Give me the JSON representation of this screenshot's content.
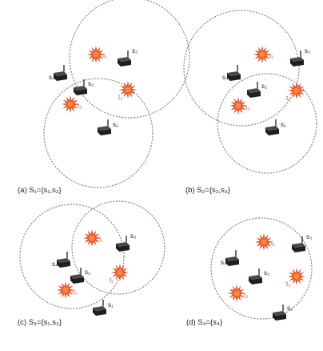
{
  "icons": {
    "sensor": "sensor-icon",
    "target": "target-icon"
  },
  "colors": {
    "target": "#e8401c",
    "target_label": "#e0501e",
    "circle": "#8a8a8a",
    "sensor": "#1f1f1f"
  },
  "panels": [
    {
      "id": "a",
      "caption": "(a) S₁={s₁,s₂}",
      "sensors": [
        {
          "label": "s₁"
        },
        {
          "label": "s₂"
        },
        {
          "label": "s₃"
        },
        {
          "label": "s₄"
        }
      ],
      "targets": [
        {
          "label": "t₁"
        },
        {
          "label": "t₂"
        },
        {
          "label": "t₃"
        }
      ]
    },
    {
      "id": "b",
      "caption": "(b) S₂={s₂,s₃}",
      "sensors": [
        {
          "label": "s₁"
        },
        {
          "label": "s₂"
        },
        {
          "label": "s₃"
        },
        {
          "label": "s₄"
        }
      ],
      "targets": [
        {
          "label": "t₁"
        },
        {
          "label": "t₂"
        },
        {
          "label": "t₃"
        }
      ]
    },
    {
      "id": "c",
      "caption": "(c) S₃={s₁,s₃}",
      "sensors": [
        {
          "label": "s₁"
        },
        {
          "label": "s₂"
        },
        {
          "label": "s₃"
        },
        {
          "label": "s₄"
        }
      ],
      "targets": [
        {
          "label": "t₁"
        },
        {
          "label": "t₂"
        },
        {
          "label": "t₃"
        }
      ]
    },
    {
      "id": "d",
      "caption": "(d) S₄={s₄}",
      "sensors": [
        {
          "label": "s₁"
        },
        {
          "label": "s₂"
        },
        {
          "label": "s₃"
        },
        {
          "label": "s₄"
        }
      ],
      "targets": [
        {
          "label": "t₁"
        },
        {
          "label": "t₂"
        },
        {
          "label": "t₃"
        }
      ]
    }
  ]
}
